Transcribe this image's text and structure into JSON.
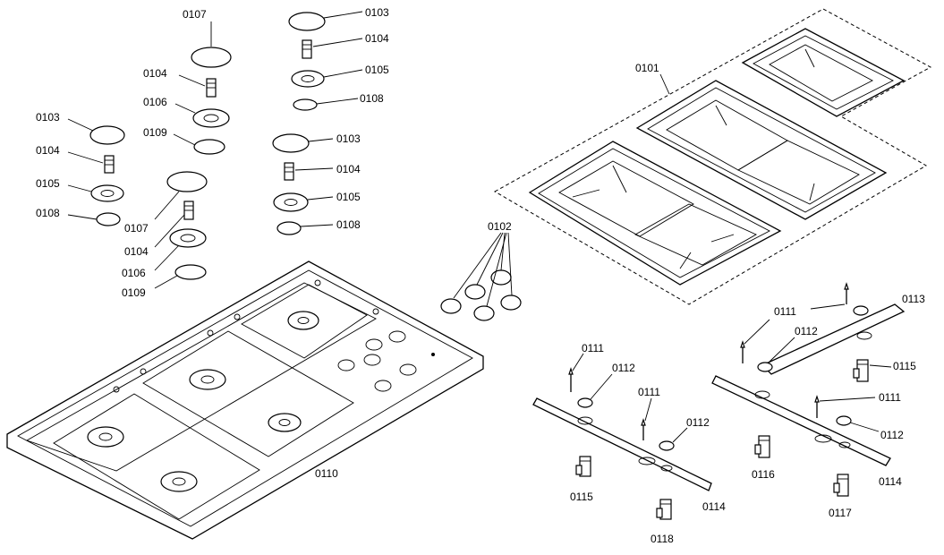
{
  "labels": {
    "c_0107_top": "0107",
    "c_0103_top": "0103",
    "c_0104_top": "0104",
    "c_0105_top": "0105",
    "c_0108_top": "0108",
    "c_0104_a": "0104",
    "c_0106_a": "0106",
    "c_0109_a": "0109",
    "l_0103": "0103",
    "l_0104": "0104",
    "l_0105": "0105",
    "l_0108": "0108",
    "m_0107": "0107",
    "m_0104": "0104",
    "m_0106": "0106",
    "m_0109": "0109",
    "r_0103": "0103",
    "r_0104": "0104",
    "r_0105": "0105",
    "r_0108": "0108",
    "p_0101": "0101",
    "p_0102": "0102",
    "p_0110": "0110",
    "a_0111": "0111",
    "a_0112": "0112",
    "a_0111b": "0111",
    "a_0112b": "0112",
    "a_0115": "0115",
    "a_0114": "0114",
    "a_0118": "0118",
    "b_0111": "0111",
    "b_0112": "0112",
    "b_0113": "0113",
    "b_0115": "0115",
    "b_0111b": "0111",
    "b_0112b": "0112",
    "b_0116": "0116",
    "b_0117": "0117",
    "b_0114": "0114"
  }
}
